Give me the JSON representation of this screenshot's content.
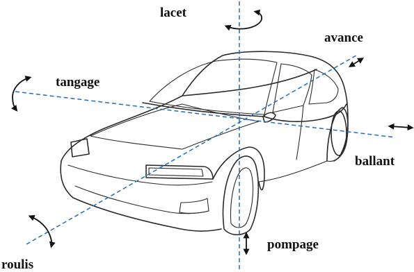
{
  "labels": {
    "lacet": "lacet",
    "avance": "avance",
    "tangage": "tangage",
    "ballant": "ballant",
    "pompage": "pompage",
    "roulis": "roulis"
  },
  "colors": {
    "axis": "#1f6fbf",
    "outline": "#2a2a2a",
    "text": "#111111"
  },
  "icons": {
    "rotation": "curved-double-arrow-icon",
    "translation": "straight-double-arrow-icon"
  }
}
